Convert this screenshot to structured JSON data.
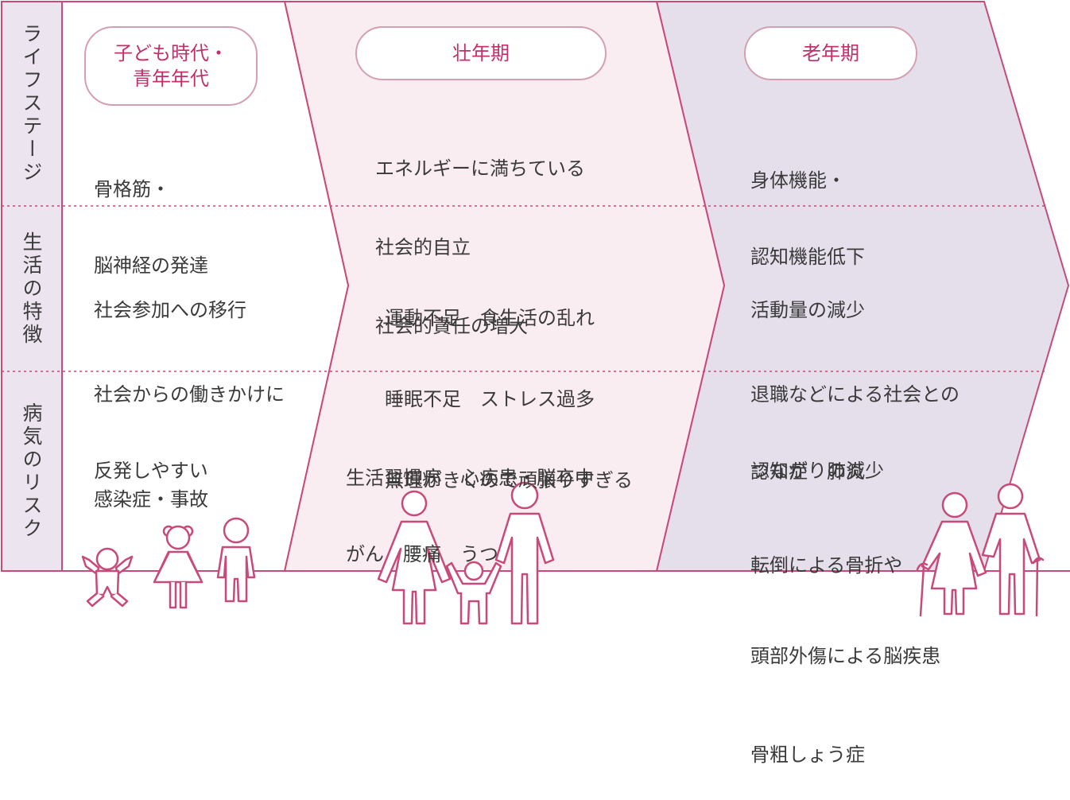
{
  "row_headers": [
    "ライフステージ",
    "生活の特徴",
    "病気のリスク"
  ],
  "stages": [
    {
      "title_lines": [
        "子ども時代・",
        "青年年代"
      ],
      "life_stage": [
        "骨格筋・",
        "脳神経の発達"
      ],
      "lifestyle": [
        "社会参加への移行",
        "社会からの働きかけに",
        "反発しやすい"
      ],
      "risk": [
        "感染症・事故"
      ]
    },
    {
      "title_lines": [
        "壮年期"
      ],
      "life_stage": [
        "エネルギーに満ちている",
        "社会的自立",
        "社会的責任の増大"
      ],
      "lifestyle": [
        "運動不足　食生活の乱れ",
        "睡眠不足　ストレス過多",
        "無理がきくので頑張りすぎる"
      ],
      "risk": [
        "生活習慣病　心疾患・脳卒中",
        "がん　腰痛　うつ"
      ]
    },
    {
      "title_lines": [
        "老年期"
      ],
      "life_stage": [
        "身体機能・",
        "認知機能低下"
      ],
      "lifestyle": [
        "活動量の減少",
        "退職などによる社会との",
        "つながりの減少"
      ],
      "risk": [
        "認知症　肺炎",
        "転倒による骨折や",
        "頭部外傷による脳疾患",
        "骨粗しょう症"
      ]
    }
  ],
  "colors": {
    "accent": "#c0306a",
    "border": "#c84a7a",
    "stage1_fill": "#ffffff",
    "stage2_fill": "#faedf1",
    "stage3_fill": "#e5dfeb",
    "header_fill": "#ece4ee"
  },
  "icons": [
    "baby-icon",
    "girl-icon",
    "boy-icon",
    "mother-icon",
    "toddler-icon",
    "father-icon",
    "elderly-woman-icon",
    "elderly-man-icon"
  ]
}
